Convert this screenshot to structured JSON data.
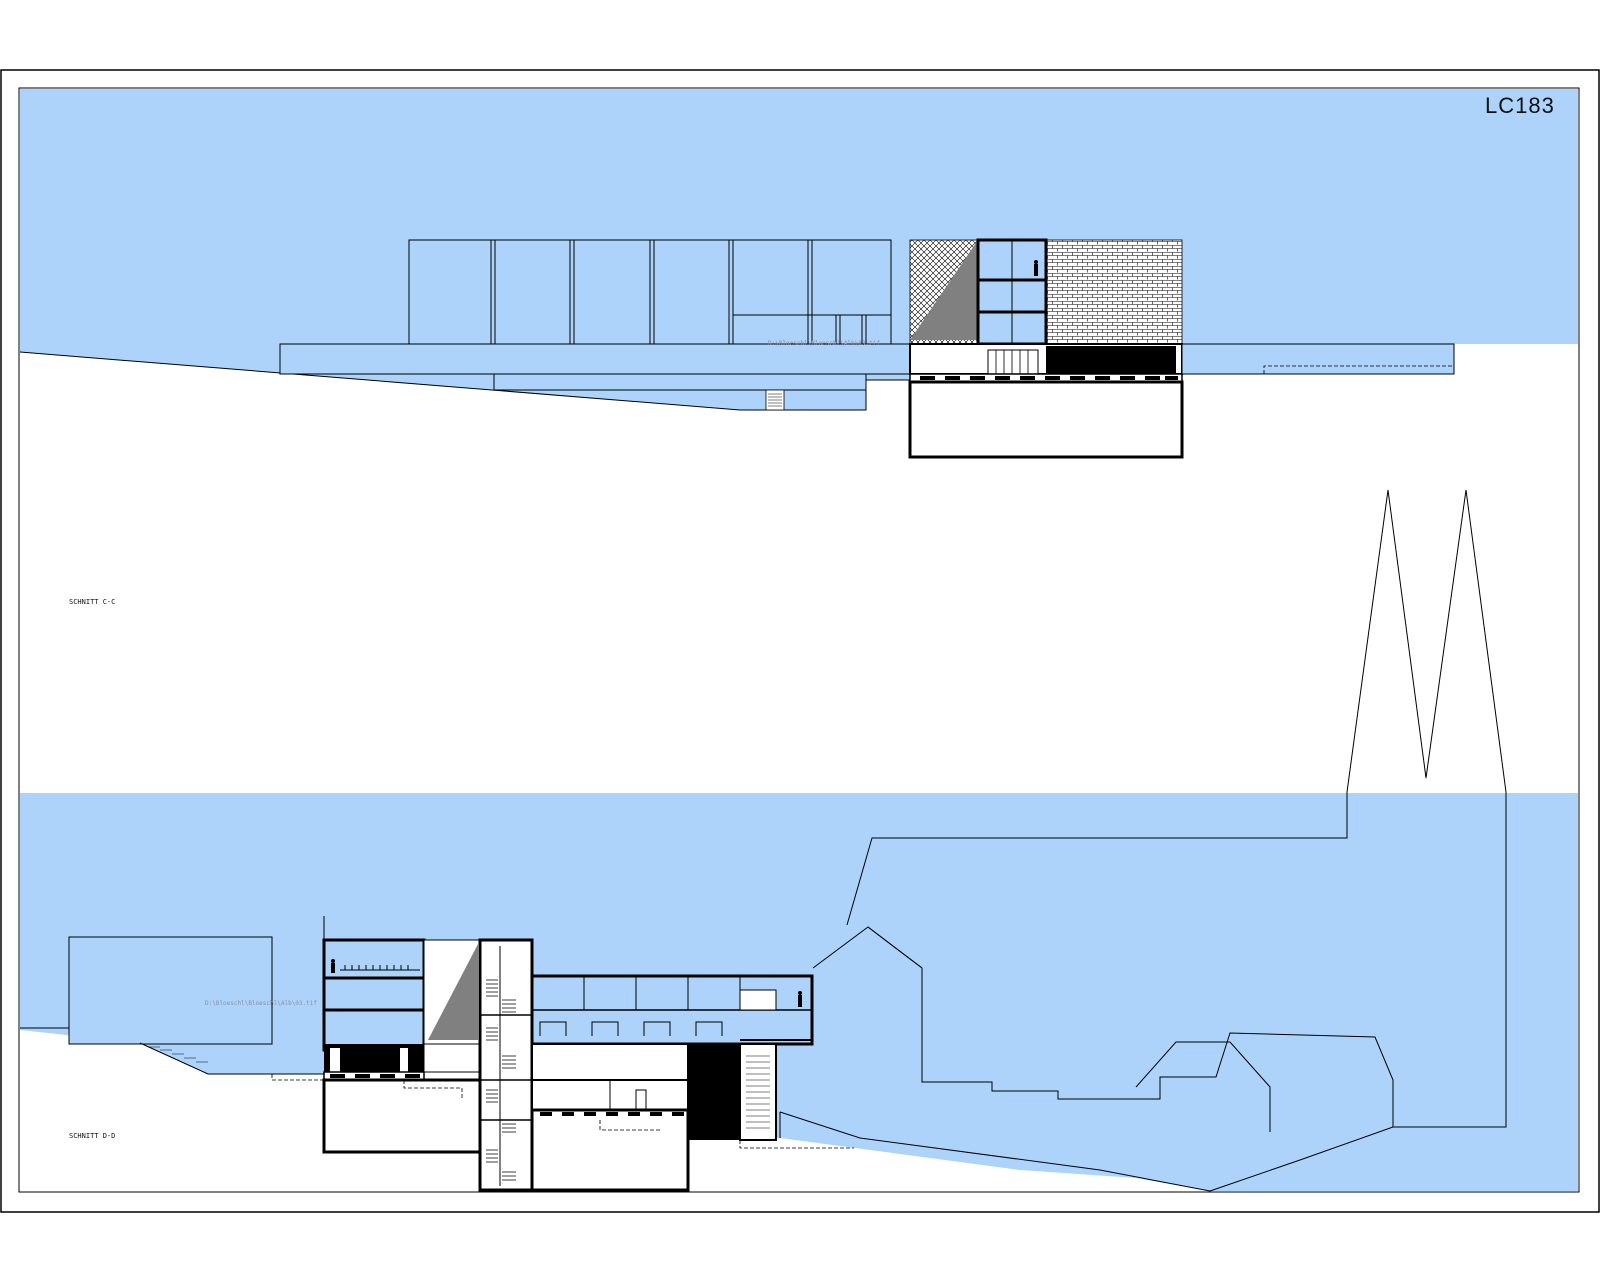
{
  "sheet": {
    "id": "LC183",
    "colors": {
      "sky": "#add3fb",
      "ground": "#ffffff",
      "line": "#000000",
      "shade": "#808080",
      "dark": "#000000"
    }
  },
  "sections": [
    {
      "key": "c",
      "label": "SCHNITT C-C",
      "faint_path": "D:\\Bloeschl\\Bloeschl\\Alb\\03.tif"
    },
    {
      "key": "d",
      "label": "SCHNITT D-D",
      "faint_path": "D:\\Bloeschl\\Bloeschl\\Alb\\03.tif"
    }
  ],
  "icons": {
    "human_figure": "human-figure-icon"
  }
}
